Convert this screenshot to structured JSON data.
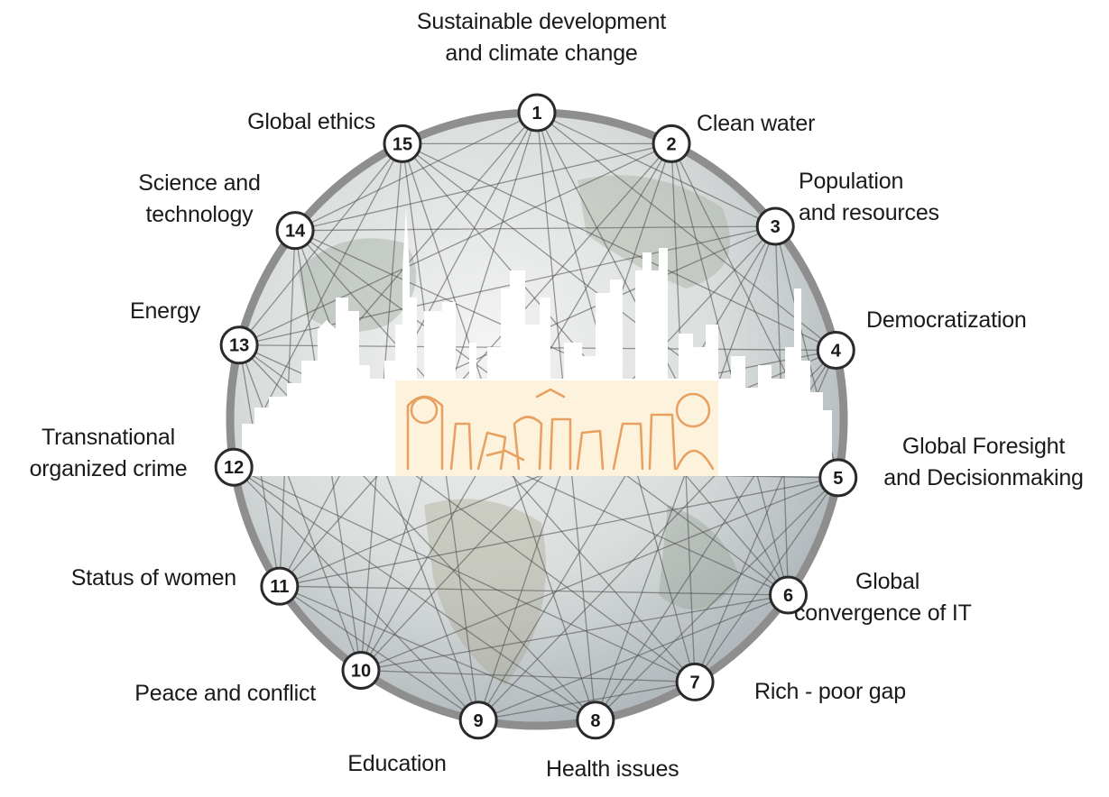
{
  "diagram": {
    "nodes": [
      {
        "number": "1",
        "label": [
          "Sustainable development",
          "and climate change"
        ]
      },
      {
        "number": "2",
        "label": [
          "Clean water"
        ]
      },
      {
        "number": "3",
        "label": [
          "Population",
          "and resources"
        ]
      },
      {
        "number": "4",
        "label": [
          "Democratization"
        ]
      },
      {
        "number": "5",
        "label": [
          "Global Foresight",
          "and Decisionmaking"
        ]
      },
      {
        "number": "6",
        "label": [
          "Global",
          "convergence of IT"
        ]
      },
      {
        "number": "7",
        "label": [
          "Rich - poor gap"
        ]
      },
      {
        "number": "8",
        "label": [
          "Health issues"
        ]
      },
      {
        "number": "9",
        "label": [
          "Education"
        ]
      },
      {
        "number": "10",
        "label": [
          "Peace and conflict"
        ]
      },
      {
        "number": "11",
        "label": [
          "Status of women"
        ]
      },
      {
        "number": "12",
        "label": [
          "Transnational",
          "organized crime"
        ]
      },
      {
        "number": "13",
        "label": [
          "Energy"
        ]
      },
      {
        "number": "14",
        "label": [
          "Science and",
          "technology"
        ]
      },
      {
        "number": "15",
        "label": [
          "Global ethics"
        ]
      }
    ],
    "colors": {
      "ring": "#8e8e8e",
      "node_fill": "#ffffff",
      "node_stroke": "#2a2a2a",
      "links": "#4a4a4a",
      "globe_light": "#eef0ef",
      "globe_dark": "#9aa6ae",
      "sketch_bg": "#fdf2dc",
      "sketch_ink": "#e8a060"
    }
  }
}
